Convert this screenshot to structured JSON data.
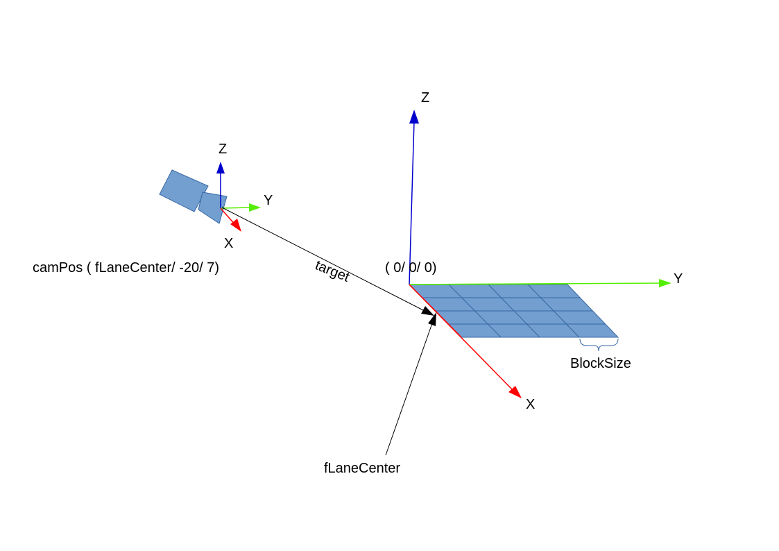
{
  "colors": {
    "x_axis": "#ff0000",
    "y_axis": "#55ee00",
    "z_axis": "#0000cc",
    "shape_fill": "#729fcf",
    "shape_stroke": "#3465a4",
    "line": "#000000"
  },
  "camera": {
    "icon": "camera-icon",
    "axes": {
      "x": "X",
      "y": "Y",
      "z": "Z"
    },
    "position_label": "camPos ( fLaneCenter/ -20/ 7)"
  },
  "origin": {
    "axes": {
      "x": "X",
      "y": "Y",
      "z": "Z"
    },
    "label": "( 0/ 0/ 0)"
  },
  "target_label": "target",
  "lane_center_label": "fLaneCenter",
  "block_size_label": "BlockSize"
}
